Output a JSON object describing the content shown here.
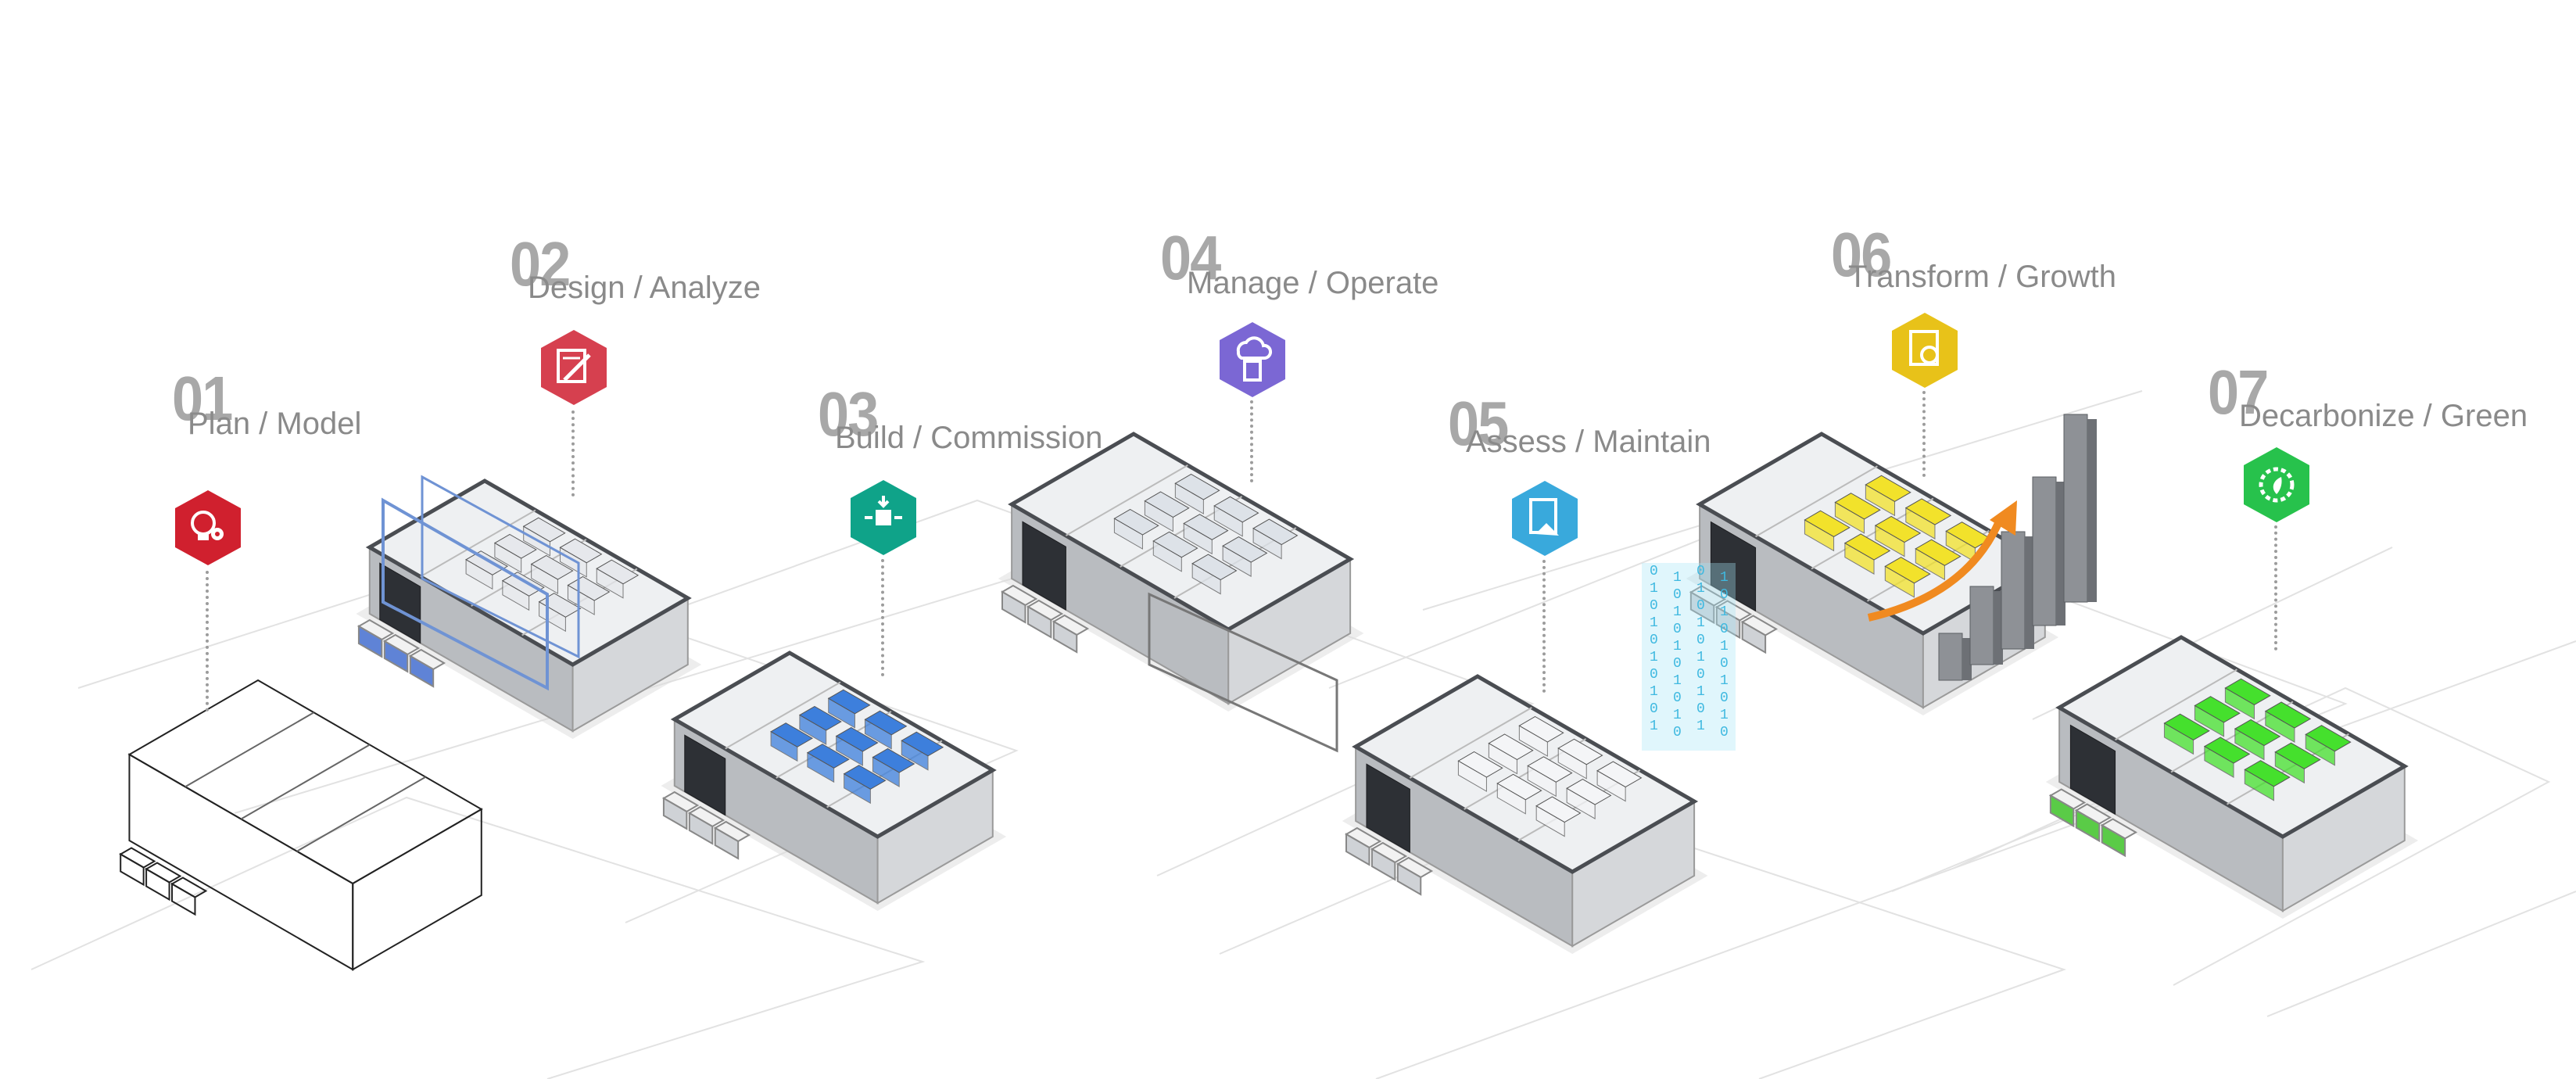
{
  "stages": [
    {
      "number": "01",
      "label": "Plan / Model",
      "icon": "lightbulb-gear-icon",
      "color": "#d0202e",
      "style": "wireframe"
    },
    {
      "number": "02",
      "label": "Design / Analyze",
      "icon": "blueprint-design-icon",
      "color": "#d6404f",
      "style": "design"
    },
    {
      "number": "03",
      "label": "Build / Commission",
      "icon": "build-cube-icon",
      "color": "#0fa389",
      "style": "blue-racks"
    },
    {
      "number": "04",
      "label": "Manage / Operate",
      "icon": "cloud-server-icon",
      "color": "#7b67d4",
      "style": "managed"
    },
    {
      "number": "05",
      "label": "Assess / Maintain",
      "icon": "assess-document-icon",
      "color": "#39a9dc",
      "style": "binary"
    },
    {
      "number": "06",
      "label": "Transform / Growth",
      "icon": "transform-document-icon",
      "color": "#e8c219",
      "style": "yellow-racks"
    },
    {
      "number": "07",
      "label": "Decarbonize / Green",
      "icon": "green-leaf-gear-icon",
      "color": "#27c24c",
      "style": "green-racks"
    }
  ]
}
